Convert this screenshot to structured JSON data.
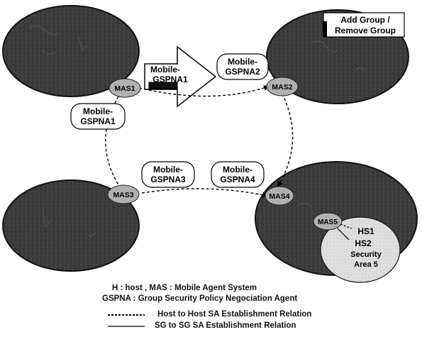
{
  "add_remove": {
    "line1": "Add Group /",
    "line2": "Remove Group"
  },
  "mas": [
    "MAS1",
    "MAS2",
    "MAS3",
    "MAS4",
    "MAS5"
  ],
  "agent_label": "Mobile-",
  "gspna": [
    "GSPNA1",
    "GSPNA1",
    "GSPNA2",
    "GSPNA3",
    "GSPNA4"
  ],
  "hosts": [
    "HS1",
    "HS2"
  ],
  "security_area": {
    "line1": "Security",
    "line2": "Area 5"
  },
  "legend": {
    "line1": "H : host  ,  MAS : Mobile Agent System",
    "line2": "GSPNA : Group Security Policy Negociation Agent",
    "line3": "Host to Host  SA Establishment Relation",
    "line4": "SG to SG SA Establishment Relation"
  },
  "colors": {
    "area": "#3a3a3a",
    "node": "#b0b0b0",
    "inner": "#dedede",
    "bubble": "#ffffff"
  }
}
